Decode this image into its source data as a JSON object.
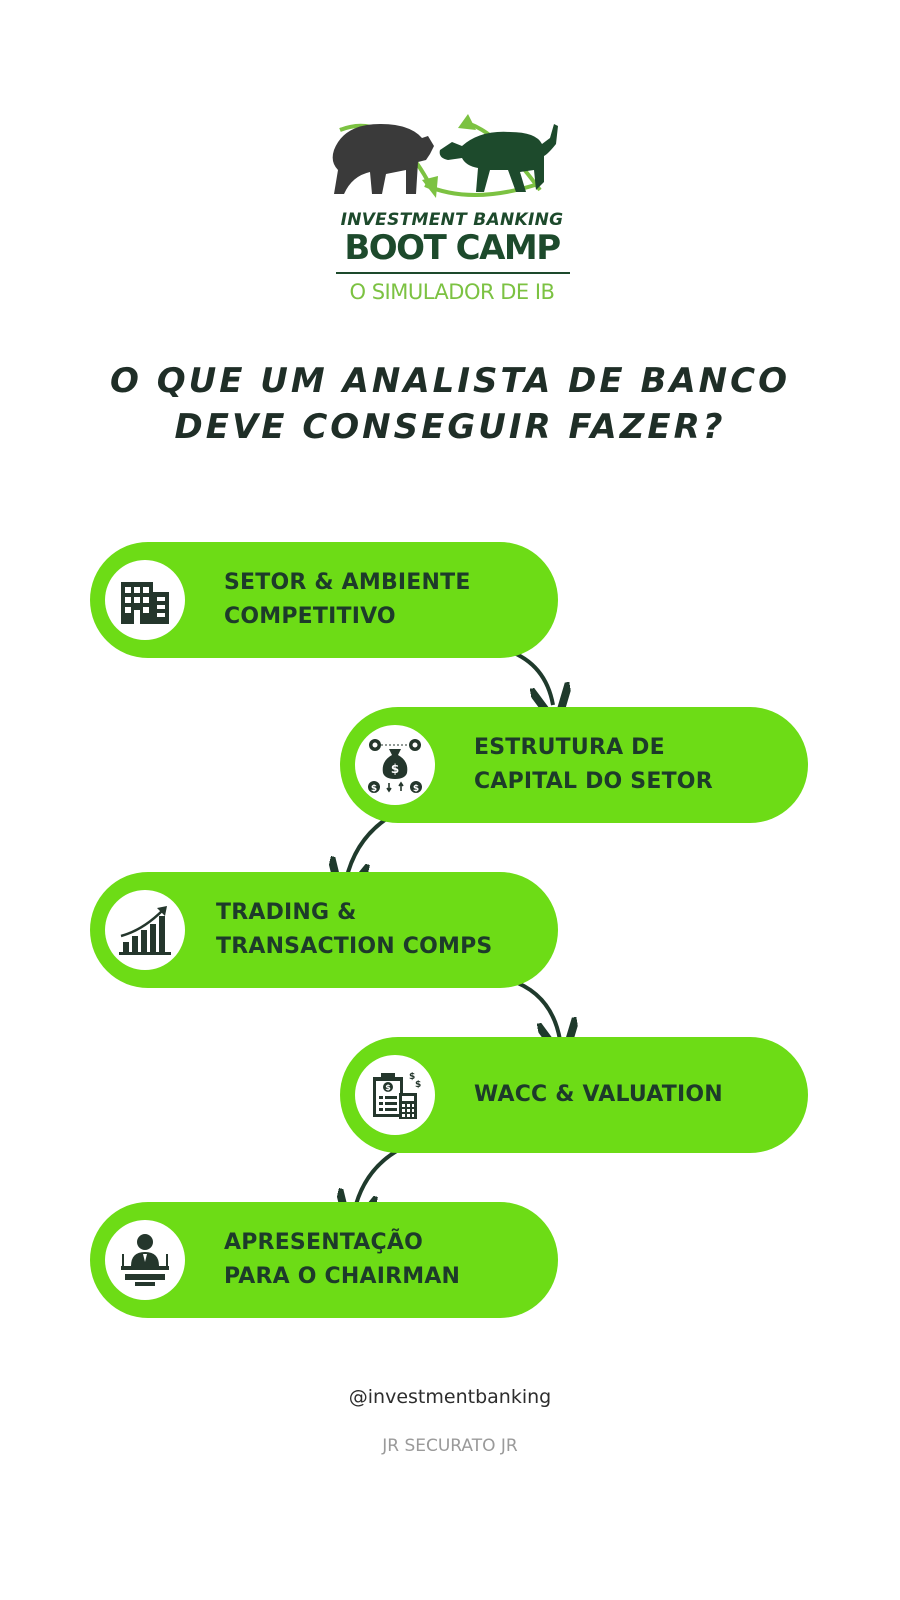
{
  "brand": {
    "line1": "INVESTMENT BANKING",
    "line2": "BOOT CAMP",
    "line3": "O SIMULADOR DE IB",
    "colors": {
      "dark_green": "#1d4a2c",
      "light_green": "#7cc242",
      "bear": "#3a3a3a"
    }
  },
  "headline": {
    "line1": "O QUE UM ANALISTA DE BANCO",
    "line2": "DEVE CONSEGUIR FAZER?"
  },
  "steps": [
    {
      "label": "SETOR & AMBIENTE\nCOMPETITIVO",
      "icon": "building-icon"
    },
    {
      "label": "ESTRUTURA DE\nCAPITAL DO SETOR",
      "icon": "money-bag-gears-icon"
    },
    {
      "label": "TRADING &\nTRANSACTION COMPS",
      "icon": "bar-chart-growth-icon"
    },
    {
      "label": "WACC & VALUATION",
      "icon": "clipboard-calculator-icon"
    },
    {
      "label": "APRESENTAÇÃO\nPARA O CHAIRMAN",
      "icon": "presenter-icon"
    }
  ],
  "colors": {
    "pill": "#6ddc16",
    "text_dark": "#1d3b2a",
    "arrow": "#1f3a2c"
  },
  "footer": {
    "handle": "@investmentbanking",
    "author": "JR SECURATO JR"
  }
}
